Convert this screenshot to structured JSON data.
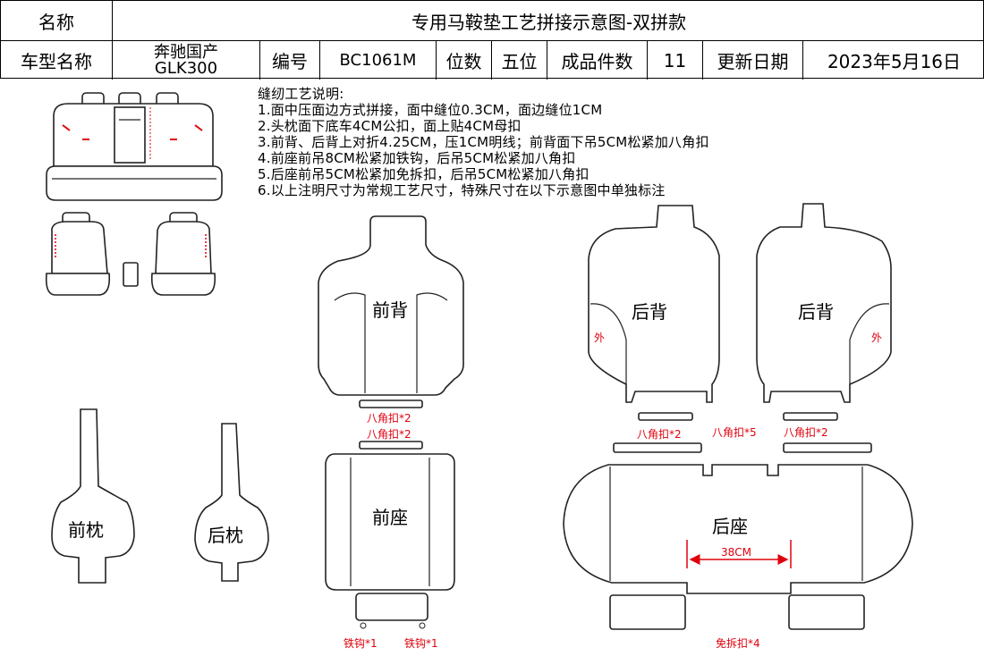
{
  "header": {
    "name_label": "名称",
    "title": "专用马鞍垫工艺拼接示意图-双拼款",
    "model_label": "车型名称",
    "model_value_line1": "奔驰国产",
    "model_value_line2": "GLK300",
    "code_label": "编号",
    "code_value": "BC1061M",
    "seats_label": "位数",
    "seats_value": "五位",
    "pieces_label": "成品件数",
    "pieces_value": "11",
    "date_label": "更新日期",
    "date_value": "2023年5月16日"
  },
  "notes": {
    "title": "缝纫工艺说明:",
    "items": [
      "1.面中压面边方式拼接，面中缝位0.3CM，面边缝位1CM",
      "2.头枕面下底车4CM公扣，面上贴4CM母扣",
      "3.前背、后背上对折4.25CM，压1CM明线；前背面下吊5CM松紧加八角扣",
      "4.前座前吊8CM松紧加铁钩，后吊5CM松紧加八角扣",
      "5.后座前吊5CM松紧加免拆扣，后吊5CM松紧加八角扣",
      "6.以上注明尺寸为常规工艺尺寸，特殊尺寸在以下示意图中单独标注"
    ]
  },
  "pieces": {
    "front_back": "前背",
    "rear_back_left": "后背",
    "rear_back_right": "后背",
    "front_pillow": "前枕",
    "rear_pillow": "后枕",
    "front_seat": "前座",
    "rear_seat": "后座"
  },
  "annotations": {
    "outer_left": "外",
    "outer_right": "外",
    "front_back_buckle": "八角扣*2",
    "front_seat_buckle": "八角扣*2",
    "rear_left_buckle": "八角扣*2",
    "rear_mid_buckle": "八角扣*5",
    "rear_right_buckle": "八角扣*2",
    "hook_left": "铁钩*1",
    "hook_right": "铁钩*1",
    "quick_release": "免拆扣*4",
    "dimension": "38CM"
  },
  "colors": {
    "accent_red": "#e0000c",
    "line": "#222222"
  }
}
